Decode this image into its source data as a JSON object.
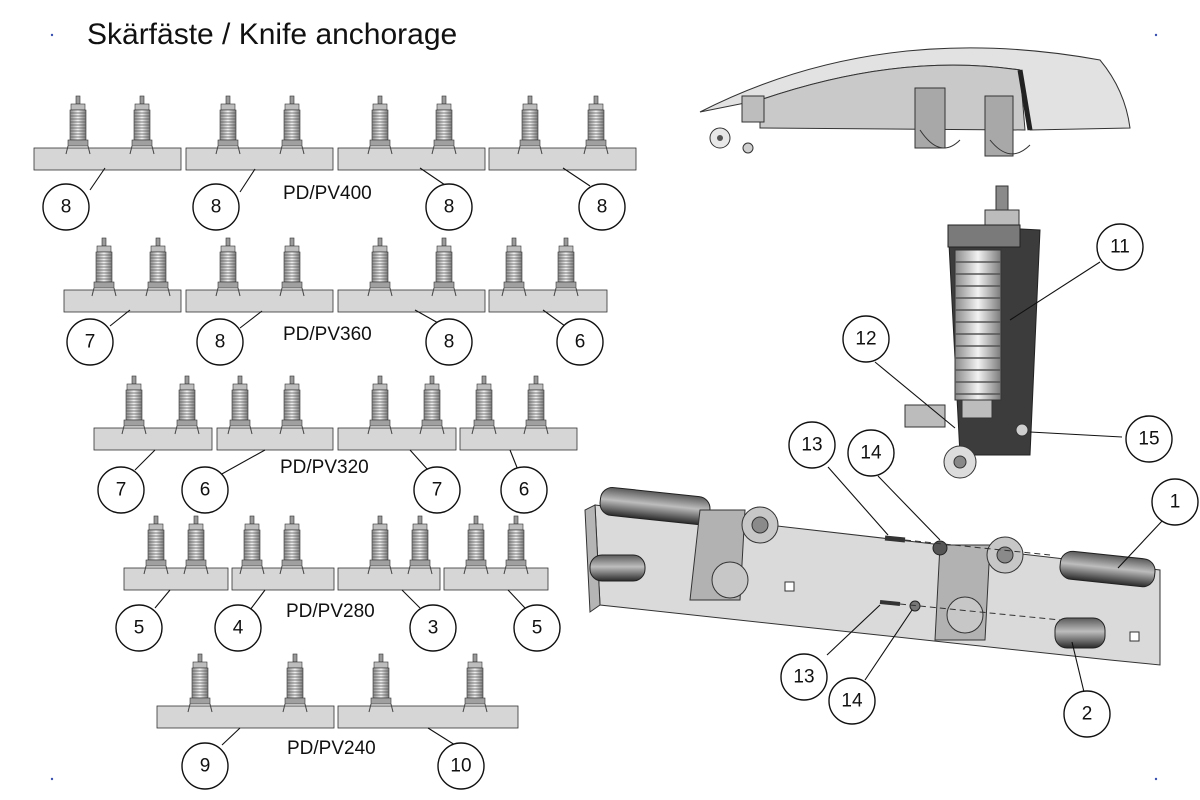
{
  "title": "Skärfäste / Knife anchorage",
  "rows": [
    {
      "model": "PD/PV400",
      "callouts": [
        "8",
        "8",
        "8",
        "8"
      ]
    },
    {
      "model": "PD/PV360",
      "callouts": [
        "7",
        "8",
        "8",
        "6"
      ]
    },
    {
      "model": "PD/PV320",
      "callouts": [
        "7",
        "6",
        "7",
        "6"
      ]
    },
    {
      "model": "PD/PV280",
      "callouts": [
        "5",
        "4",
        "3",
        "5"
      ]
    },
    {
      "model": "PD/PV240",
      "callouts": [
        "9",
        "10"
      ]
    }
  ],
  "detail_callouts": [
    "11",
    "12",
    "15",
    "13",
    "14",
    "1",
    "13",
    "14",
    "2"
  ],
  "colors": {
    "line": "#111111",
    "part_light": "#d0d0d0",
    "part_mid": "#a9a9a9",
    "part_dark": "#3c3c3c",
    "corner_dot": "#3a50b0"
  }
}
